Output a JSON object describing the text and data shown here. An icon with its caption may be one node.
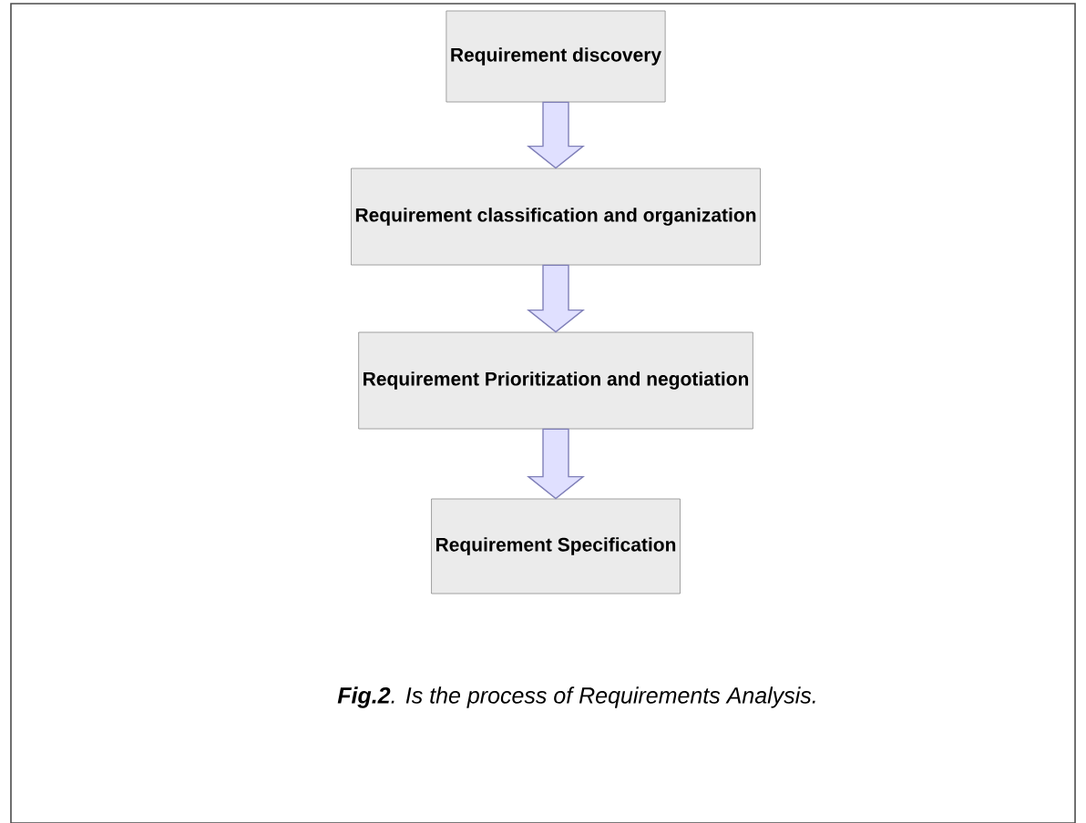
{
  "diagram": {
    "caption": "**Fig.2**. Is the process of Requirements Analysis.",
    "nodes": [
      {
        "text": [
          "Requirement discovery"
        ]
      },
      {
        "text": [
          "Requirement classification and organization"
        ]
      },
      {
        "text": [
          "Requirement Prioritization and negotiation"
        ]
      },
      {
        "text": [
          "Requirement Specification"
        ]
      }
    ],
    "edges": [
      {
        "from": 0,
        "to": 1,
        "arrow": "to"
      },
      {
        "from": 1,
        "to": 2,
        "arrow": "to"
      },
      {
        "from": 2,
        "to": 3,
        "arrow": "to"
      }
    ]
  }
}
